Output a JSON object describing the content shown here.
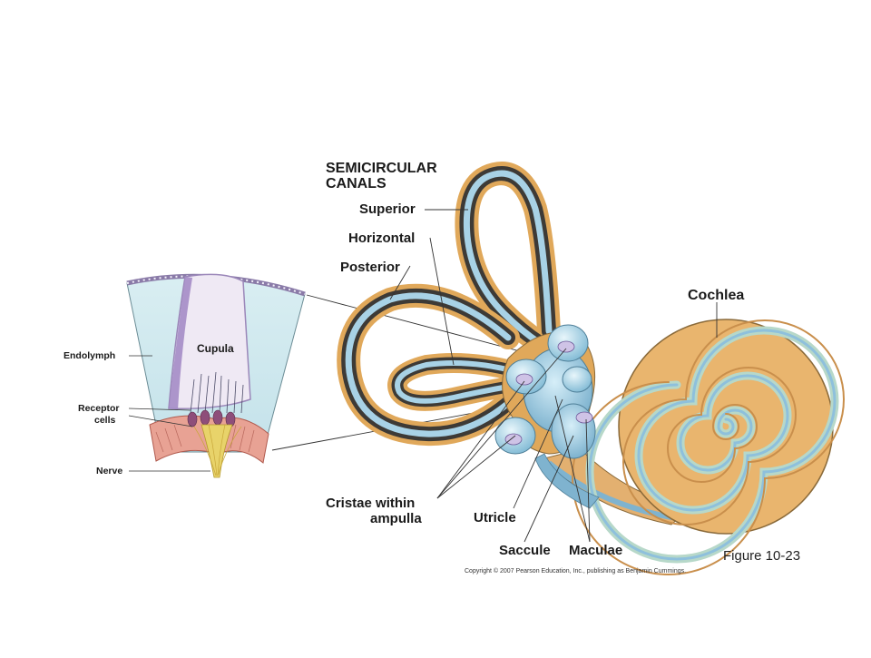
{
  "title_line1": "SEMICIRCULAR",
  "title_line2": "CANALS",
  "labels": {
    "superior": "Superior",
    "horizontal": "Horizontal",
    "posterior": "Posterior",
    "cochlea": "Cochlea",
    "cupula": "Cupula",
    "endolymph": "Endolymph",
    "receptor_line1": "Receptor",
    "receptor_line2": "cells",
    "nerve": "Nerve",
    "cristae_line1": "Cristae  within",
    "cristae_line2": "ampulla",
    "utricle": "Utricle",
    "saccule": "Saccule",
    "maculae": "Maculae"
  },
  "figure_number": "Figure 10-23",
  "copyright": "Copyright © 2007 Pearson Education, Inc., publishing as Benjamin Cummings."
}
